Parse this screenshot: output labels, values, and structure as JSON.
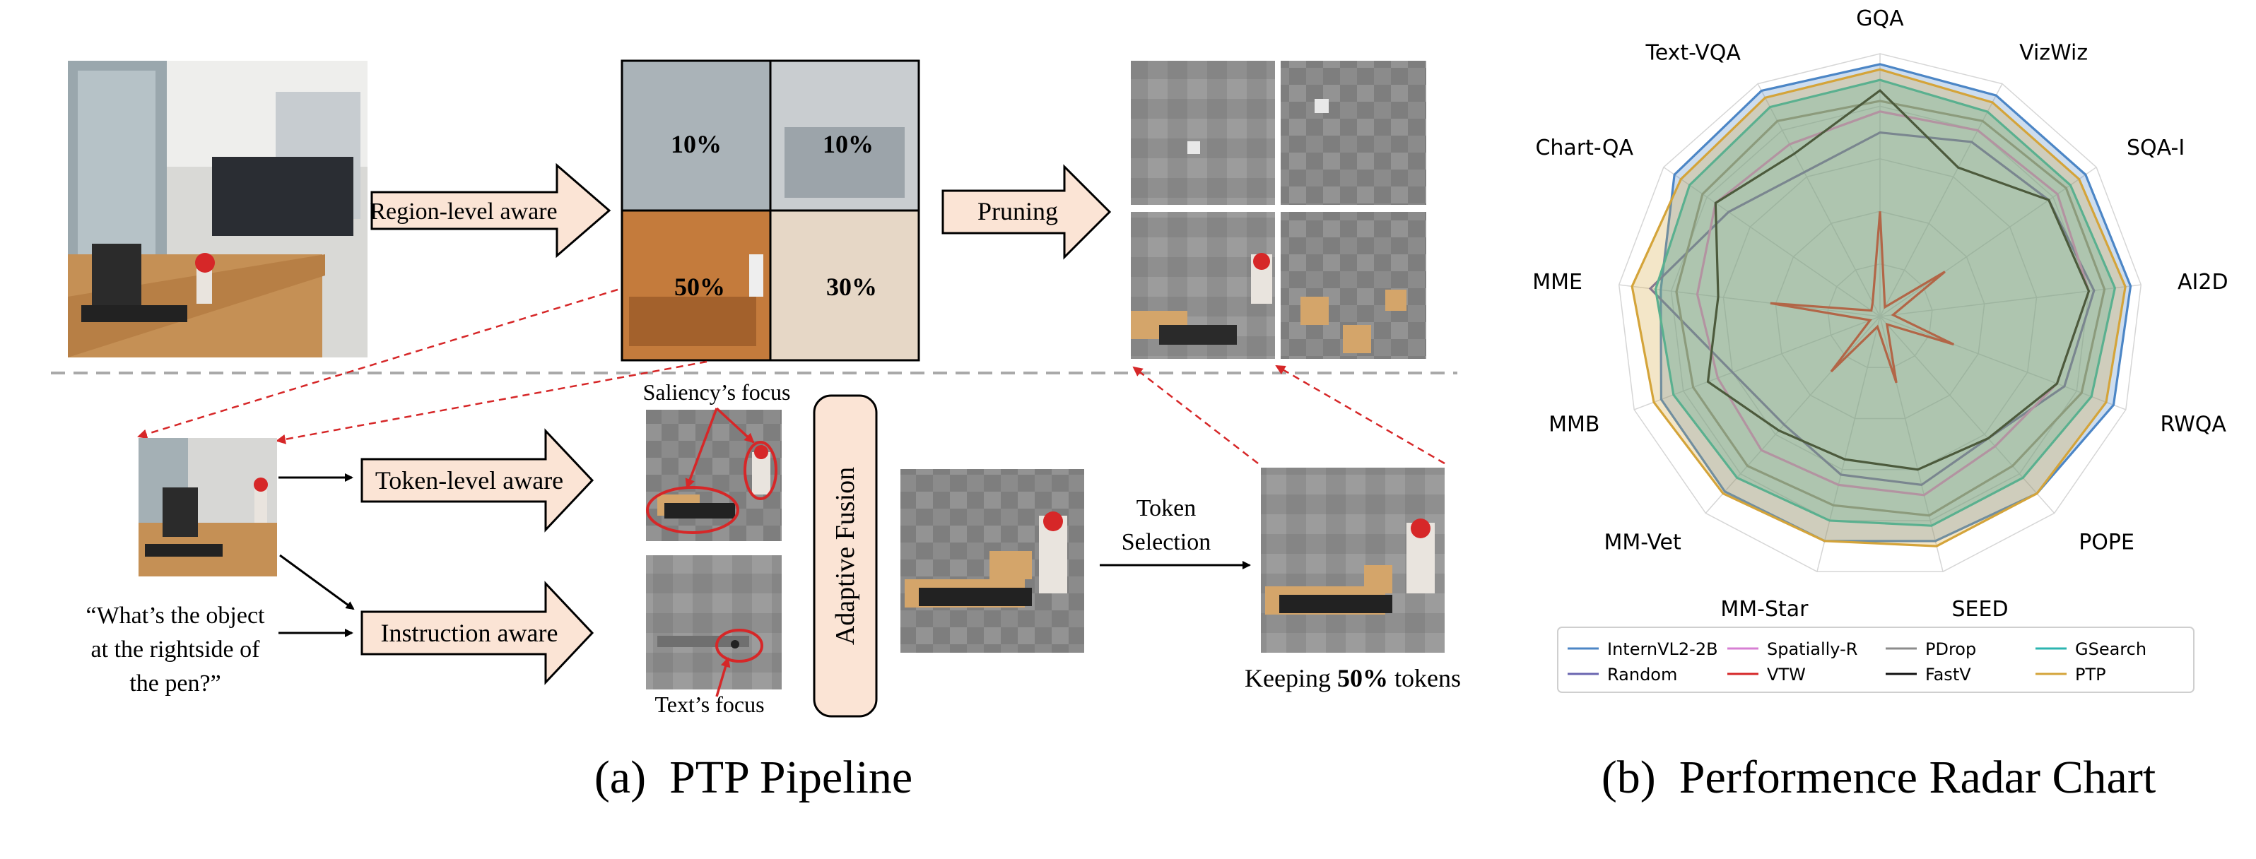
{
  "pipeline": {
    "region_aware_label": "Region-level aware",
    "pruning_label": "Pruning",
    "region_percents": [
      "10%",
      "10%",
      "50%",
      "30%"
    ],
    "saliency_focus": "Saliency’s focus",
    "text_focus": "Text’s focus",
    "token_aware_label": "Token-level aware",
    "instruction_aware_label": "Instruction aware",
    "question_lines": [
      "“What’s the object",
      "at the rightside of",
      "the pen?”"
    ],
    "adaptive_fusion_label": "Adaptive Fusion",
    "token_selection_lines": [
      "Token",
      "Selection"
    ],
    "keeping_prefix": "Keeping ",
    "keeping_value": "50%",
    "keeping_suffix": " tokens",
    "caption_a": "(a)  PTP Pipeline",
    "caption_b": "(b)  Performence Radar Chart"
  },
  "colors": {
    "arrow_fill": "#fbe4d5",
    "dashed_red": "#d62728",
    "tile_gray": "#8e8e8e",
    "wood": "#d4a56a"
  },
  "chart_data": {
    "type": "radar",
    "axes": [
      "GQA",
      "VizWiz",
      "SQA-I",
      "AI2D",
      "RWQA",
      "POPE",
      "SEED",
      "MM-Star",
      "MM-Vet",
      "MMB",
      "MME",
      "Chart-QA",
      "Text-VQA"
    ],
    "range": [
      0,
      1
    ],
    "grid": true,
    "legend_position": "bottom",
    "series": [
      {
        "name": "InternVL2-2B",
        "color": "#4c86c6",
        "fill": true,
        "values": [
          0.96,
          0.95,
          0.95,
          0.96,
          0.95,
          0.9,
          0.88,
          0.88,
          0.89,
          0.89,
          0.84,
          0.95,
          0.97
        ]
      },
      {
        "name": "Random",
        "color": "#6a66b0",
        "fill": false,
        "values": [
          0.7,
          0.75,
          0.78,
          0.82,
          0.75,
          0.62,
          0.66,
          0.62,
          0.55,
          0.6,
          0.88,
          0.7,
          0.62
        ]
      },
      {
        "name": "Spatially-R",
        "color": "#d77fd3",
        "fill": false,
        "values": [
          0.78,
          0.8,
          0.82,
          0.8,
          0.72,
          0.66,
          0.7,
          0.66,
          0.68,
          0.66,
          0.7,
          0.76,
          0.74
        ]
      },
      {
        "name": "VTW",
        "color": "#d62728",
        "fill": false,
        "values": [
          0.4,
          0.04,
          0.3,
          0.05,
          0.3,
          0.04,
          0.26,
          0.04,
          0.28,
          0.04,
          0.42,
          0.04,
          0.06
        ]
      },
      {
        "name": "PDrop",
        "color": "#8c8c8c",
        "fill": false,
        "values": [
          0.82,
          0.84,
          0.86,
          0.86,
          0.82,
          0.76,
          0.78,
          0.74,
          0.76,
          0.76,
          0.78,
          0.82,
          0.84
        ]
      },
      {
        "name": "FastV",
        "color": "#111111",
        "fill": false,
        "values": [
          0.86,
          0.64,
          0.78,
          0.8,
          0.72,
          0.62,
          0.6,
          0.56,
          0.58,
          0.7,
          0.62,
          0.76,
          0.7
        ]
      },
      {
        "name": "GSearch",
        "color": "#2cb5b0",
        "fill": true,
        "values": [
          0.9,
          0.88,
          0.88,
          0.9,
          0.86,
          0.82,
          0.82,
          0.8,
          0.82,
          0.84,
          0.86,
          0.88,
          0.9
        ]
      },
      {
        "name": "PTP",
        "color": "#d4a43a",
        "fill": true,
        "values": [
          0.94,
          0.92,
          0.92,
          0.94,
          0.92,
          0.9,
          0.9,
          0.88,
          0.9,
          0.92,
          0.95,
          0.92,
          0.94
        ]
      }
    ]
  }
}
